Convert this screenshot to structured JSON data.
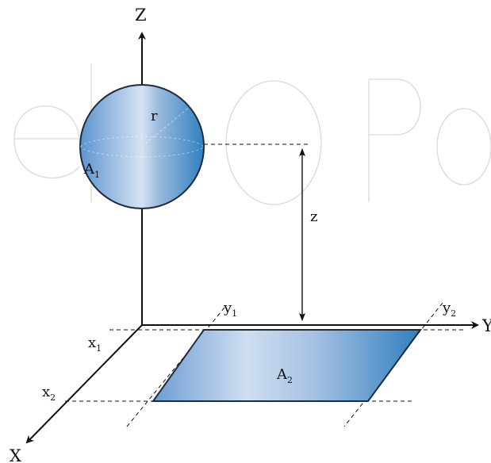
{
  "axes": {
    "z": "Z",
    "y": "Y",
    "x": "X"
  },
  "sphere": {
    "radius_label": "r",
    "area_label": "A",
    "area_subscript": "1"
  },
  "distance_label": "z",
  "plate": {
    "area_label": "A",
    "area_subscript": "2",
    "x_limits": [
      {
        "label": "x",
        "subscript": "1"
      },
      {
        "label": "x",
        "subscript": "2"
      }
    ],
    "y_limits": [
      {
        "label": "y",
        "subscript": "1"
      },
      {
        "label": "y",
        "subscript": "2"
      }
    ]
  },
  "colors": {
    "line": "#111111",
    "fill_light": "#d3e1f2",
    "fill_dark": "#2f7fc0",
    "watermark": "#d9d9d9"
  }
}
